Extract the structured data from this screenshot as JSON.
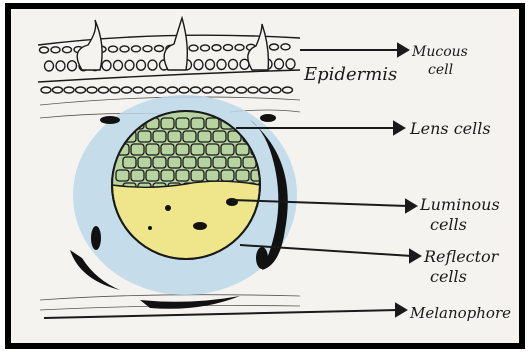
{
  "diagram": {
    "labels": {
      "epidermis": "Epidermis",
      "mucous_line1": "Mucous",
      "mucous_line2": "cell",
      "lens": "Lens cells",
      "luminous_line1": "Luminous",
      "luminous_line2": "cells",
      "reflector_line1": "Reflector",
      "reflector_line2": "cells",
      "melanophore": "Melanophore"
    },
    "colors": {
      "ink": "#1a1a1a",
      "paper": "#f4f3ef",
      "frame": "#000000",
      "luminous_yellow": "#efe58a",
      "reflector_blue": "#bcd8ea",
      "lens_green": "#b6d3a0"
    }
  }
}
